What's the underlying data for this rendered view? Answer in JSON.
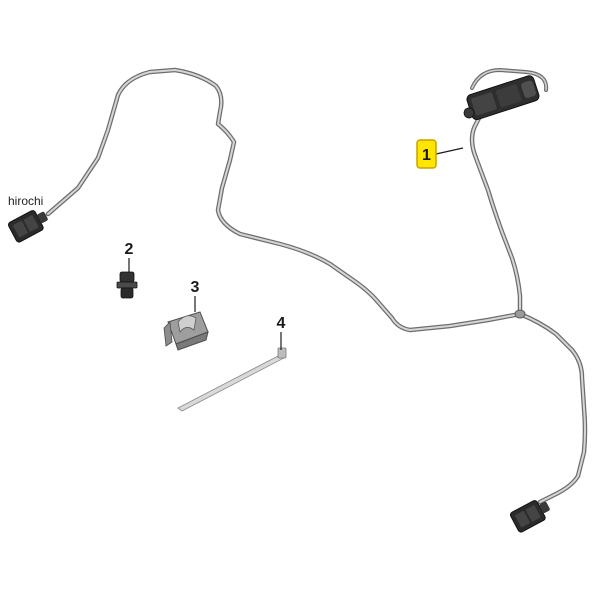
{
  "watermark": "hirochi",
  "callouts": [
    {
      "number": "1",
      "highlighted": true
    },
    {
      "number": "2",
      "highlighted": false
    },
    {
      "number": "3",
      "highlighted": false
    },
    {
      "number": "4",
      "highlighted": false
    }
  ],
  "colors": {
    "wire": "#a7a7a7",
    "wire_outline": "#6e6e6e",
    "connector": "#2b2b2b",
    "highlight_fill": "#ffe600",
    "highlight_border": "#c9a200",
    "label": "#1a1a1a"
  }
}
